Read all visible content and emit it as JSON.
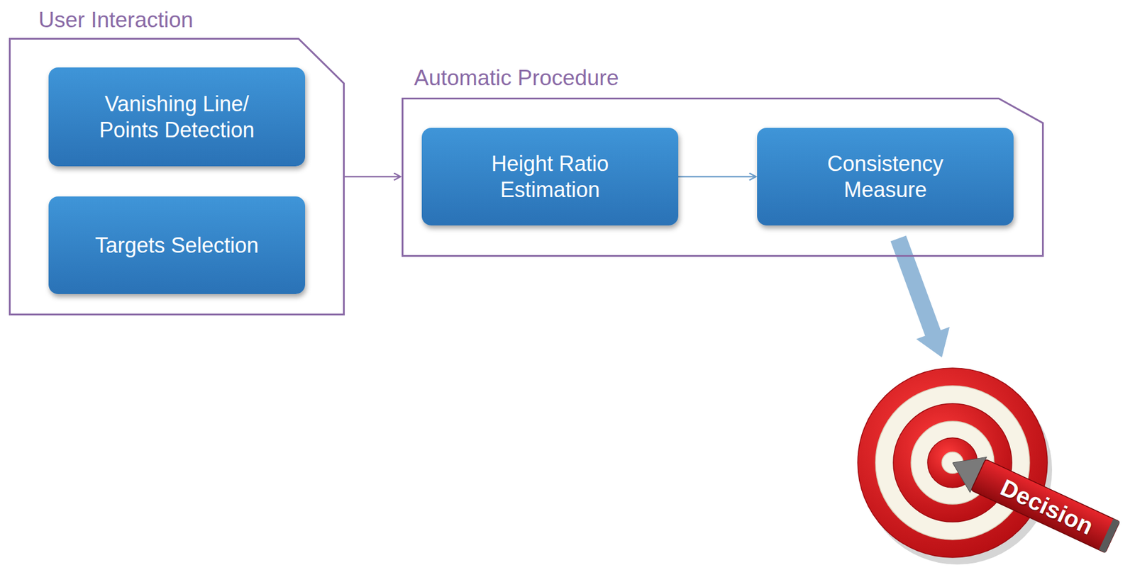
{
  "diagram": {
    "nodes": [
      {
        "text": [
          "User Interaction"
        ]
      },
      {
        "text": [
          "Vanishing Line/ Points Detection"
        ],
        "in": 0
      },
      {
        "text": [
          "Targets Selection"
        ],
        "in": 0
      },
      {
        "text": [
          "Automatic Procedure"
        ]
      },
      {
        "text": [
          "Height Ratio Estimation"
        ],
        "in": 3
      },
      {
        "text": [
          "Consistency Measure"
        ],
        "in": 3
      },
      {
        "text": [
          "Decision"
        ]
      }
    ],
    "edges": [
      {
        "from": 0,
        "to": 3,
        "arrow": "to"
      },
      {
        "from": 4,
        "to": 5,
        "arrow": "to"
      },
      {
        "from": 5,
        "to": 6,
        "arrow": "to"
      }
    ]
  }
}
